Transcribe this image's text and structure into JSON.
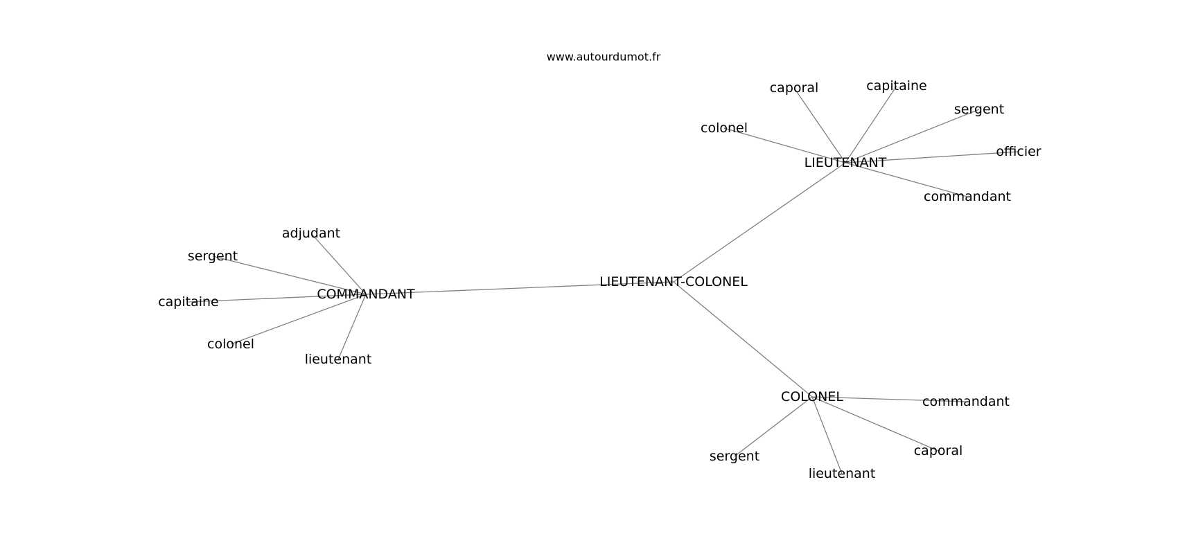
{
  "source": "www.autourdumot.fr",
  "center": {
    "id": "lc",
    "label": "LIEUTENANT-COLONEL"
  },
  "hubs": [
    {
      "id": "lt",
      "label": "LIEUTENANT",
      "leaves": [
        "colonel",
        "caporal",
        "capitaine",
        "sergent",
        "officier",
        "commandant"
      ]
    },
    {
      "id": "cmd",
      "label": "COMMANDANT",
      "leaves": [
        "adjudant",
        "sergent",
        "capitaine",
        "colonel",
        "lieutenant"
      ]
    },
    {
      "id": "col",
      "label": "COLONEL",
      "leaves": [
        "commandant",
        "caporal",
        "lieutenant",
        "sergent"
      ]
    }
  ]
}
